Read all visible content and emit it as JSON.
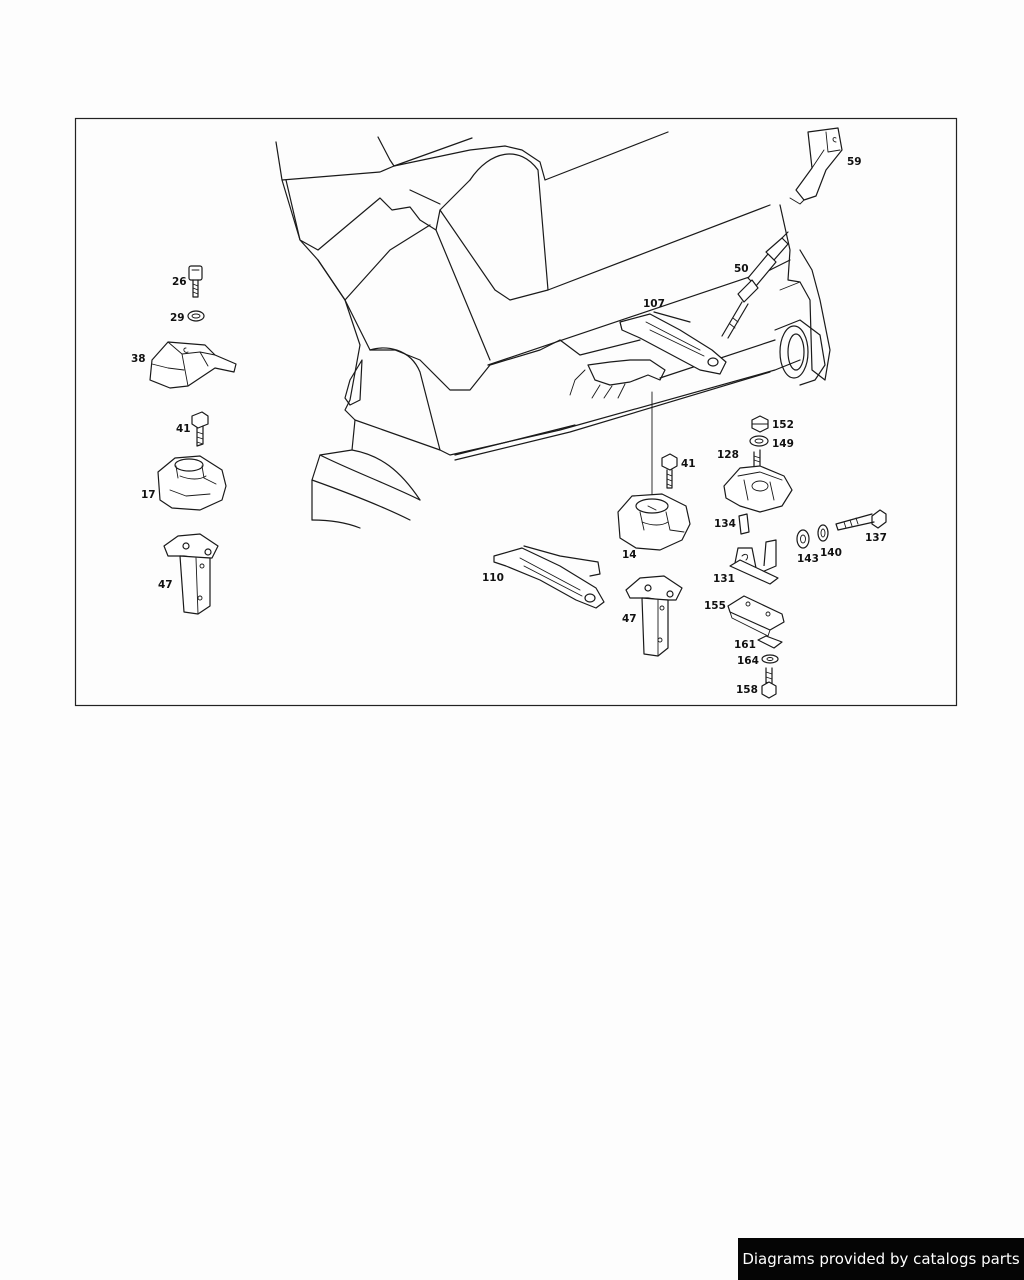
{
  "diagram": {
    "callouts": {
      "c59": "59",
      "c50": "50",
      "c107": "107",
      "c26": "26",
      "c29": "29",
      "c38": "38",
      "c41_left": "41",
      "c17": "17",
      "c47_left": "47",
      "c152": "152",
      "c149": "149",
      "c128": "128",
      "c41_mid": "41",
      "c134": "134",
      "c137": "137",
      "c143": "143",
      "c140": "140",
      "c14": "14",
      "c131": "131",
      "c110": "110",
      "c155": "155",
      "c47_mid": "47",
      "c161": "161",
      "c164": "164",
      "c158": "158"
    }
  },
  "footer": {
    "credit": "Diagrams provided by catalogs parts"
  }
}
